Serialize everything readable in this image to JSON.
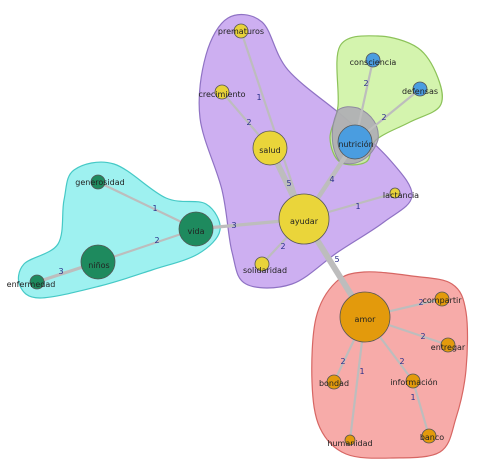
{
  "graph": {
    "clusters": [
      {
        "id": "purple",
        "fill": "#c8a6f0",
        "stroke": "#8f72c4",
        "members": [
          "prematuros",
          "crecimiento",
          "salud",
          "ayudar",
          "solidaridad",
          "lactancia",
          "nutricion"
        ]
      },
      {
        "id": "green",
        "fill": "#cdf2a0",
        "stroke": "#8cc259",
        "members": [
          "consciencia",
          "defensas",
          "nutricion"
        ]
      },
      {
        "id": "cyan",
        "fill": "#93f0ee",
        "stroke": "#45c9c6",
        "members": [
          "generosidad",
          "vida",
          "ninos",
          "enfermedad"
        ]
      },
      {
        "id": "red",
        "fill": "#f6a2a0",
        "stroke": "#d76663",
        "members": [
          "amor",
          "compartir",
          "entregar",
          "bondad",
          "informacion",
          "humanidad",
          "banco"
        ]
      }
    ],
    "nodes": [
      {
        "id": "prematuros",
        "label": "prematuros",
        "color": "#e8d23a",
        "size": "small"
      },
      {
        "id": "crecimiento",
        "label": "crecimiento",
        "color": "#e8d23a",
        "size": "small"
      },
      {
        "id": "salud",
        "label": "salud",
        "color": "#ead53a",
        "size": "medium"
      },
      {
        "id": "ayudar",
        "label": "ayudar",
        "color": "#ead53a",
        "size": "large"
      },
      {
        "id": "solidaridad",
        "label": "solidaridad",
        "color": "#e8d23a",
        "size": "small"
      },
      {
        "id": "lactancia",
        "label": "lactancia",
        "color": "#e8d23a",
        "size": "tiny"
      },
      {
        "id": "nutricion",
        "label": "nutrición",
        "color": "#4a9de0",
        "size": "medium"
      },
      {
        "id": "consciencia",
        "label": "consciencia",
        "color": "#4a9de0",
        "size": "small"
      },
      {
        "id": "defensas",
        "label": "defensas",
        "color": "#4a9de0",
        "size": "small"
      },
      {
        "id": "generosidad",
        "label": "generosidad",
        "color": "#1e8a5e",
        "size": "small"
      },
      {
        "id": "vida",
        "label": "vida",
        "color": "#1e8a5e",
        "size": "medium"
      },
      {
        "id": "ninos",
        "label": "niños",
        "color": "#1e8a5e",
        "size": "medium"
      },
      {
        "id": "enfermedad",
        "label": "enfermedad",
        "color": "#1e8a5e",
        "size": "small"
      },
      {
        "id": "amor",
        "label": "amor",
        "color": "#e39a0c",
        "size": "large"
      },
      {
        "id": "compartir",
        "label": "compartir",
        "color": "#e39a0c",
        "size": "small"
      },
      {
        "id": "entregar",
        "label": "entregar",
        "color": "#e39a0c",
        "size": "small"
      },
      {
        "id": "bondad",
        "label": "bondad",
        "color": "#e39a0c",
        "size": "small"
      },
      {
        "id": "informacion",
        "label": "información",
        "color": "#e39a0c",
        "size": "small"
      },
      {
        "id": "humanidad",
        "label": "humanidad",
        "color": "#e39a0c",
        "size": "tiny"
      },
      {
        "id": "banco",
        "label": "banco",
        "color": "#e39a0c",
        "size": "small"
      }
    ],
    "edges": [
      {
        "source": "prematuros",
        "target": "ayudar",
        "label": "1"
      },
      {
        "source": "crecimiento",
        "target": "salud",
        "label": "2"
      },
      {
        "source": "salud",
        "target": "ayudar",
        "label": "5"
      },
      {
        "source": "nutricion",
        "target": "ayudar",
        "label": "4"
      },
      {
        "source": "lactancia",
        "target": "ayudar",
        "label": "1"
      },
      {
        "source": "solidaridad",
        "target": "ayudar",
        "label": "2"
      },
      {
        "source": "consciencia",
        "target": "nutricion",
        "label": "2"
      },
      {
        "source": "defensas",
        "target": "nutricion",
        "label": "2"
      },
      {
        "source": "vida",
        "target": "ayudar",
        "label": "3"
      },
      {
        "source": "generosidad",
        "target": "vida",
        "label": "1"
      },
      {
        "source": "ninos",
        "target": "vida",
        "label": "2"
      },
      {
        "source": "enfermedad",
        "target": "ninos",
        "label": "3"
      },
      {
        "source": "ayudar",
        "target": "amor",
        "label": "5"
      },
      {
        "source": "amor",
        "target": "compartir",
        "label": "2"
      },
      {
        "source": "amor",
        "target": "entregar",
        "label": "2"
      },
      {
        "source": "amor",
        "target": "bondad",
        "label": "2"
      },
      {
        "source": "amor",
        "target": "informacion",
        "label": "2"
      },
      {
        "source": "amor",
        "target": "humanidad",
        "label": "1"
      },
      {
        "source": "informacion",
        "target": "banco",
        "label": "1"
      }
    ]
  }
}
